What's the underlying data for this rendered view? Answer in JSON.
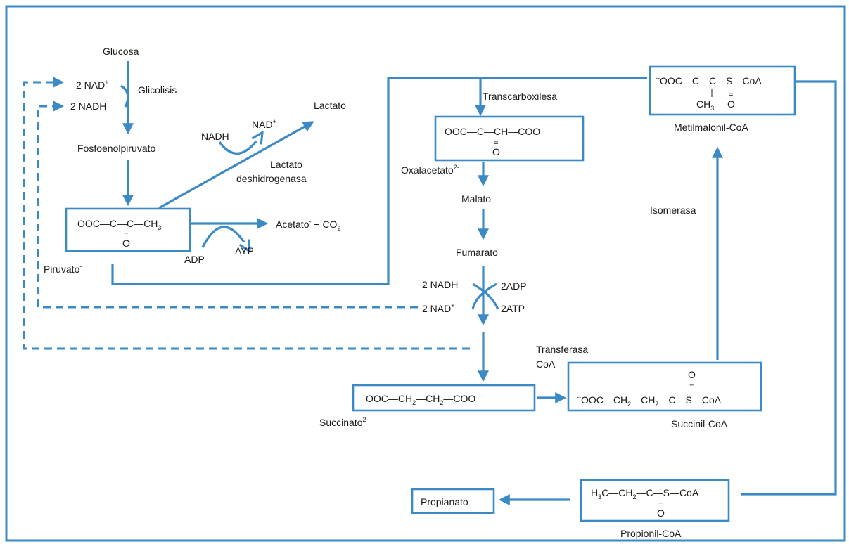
{
  "colors": {
    "accent": "#3b8ac6",
    "frame": "#3b8ac6",
    "text": "#1a1a1a"
  },
  "labels": {
    "glucosa": "Glucosa",
    "nad_top": "2 NAD",
    "nad_top_sup": "+",
    "nadh_top": "2 NADH",
    "glicolisis": "Glicolisis",
    "fosfoenolpiruvato": "Fosfoenolpiruvato",
    "lactato": "Lactato",
    "nadh_ldh": "NADH",
    "nad_ldh": "NAD",
    "nad_ldh_sup": "+",
    "ldh_1": "Lactato",
    "ldh_2": "deshidrogenasa",
    "piruvato": "Piruvato",
    "piruvato_sup": "-",
    "acetato": "Acetato",
    "acetato_sup": "-",
    "acetato_rest": " + CO",
    "acetato_sub": "2",
    "adp": "ADP",
    "ayp": "AYP",
    "transcarboxilesa": "Transcarboxilesa",
    "oxalacetato": "Oxalacetato",
    "oxalacetato_sup": "2-",
    "malato": "Malato",
    "fumarato": "Fumarato",
    "nadh_fum": "2 NADH",
    "nad_fum": "2 NAD",
    "nad_fum_sup": "+",
    "adp_fum": "2ADP",
    "atp_fum": "2ATP",
    "transferasa_1": "Transferasa",
    "transferasa_2": "CoA",
    "isomerasa": "Isomerasa",
    "succinato": "Succinato",
    "succinato_sup": "2-",
    "succinil": "Succinil-CoA",
    "metilmalonil": "Metilmalonil-CoA",
    "propionil": "Propionil-CoA",
    "propianato": "Propianato"
  },
  "formulas": {
    "piruvato": {
      "pre": "OOC",
      "pre_sup": "-",
      "mid": "—C—C—CH",
      "sub": "3",
      "o": "O",
      "dbl": "="
    },
    "oxalacetato": {
      "pre": "OOC",
      "pre_sup": "-",
      "mid": "—C—CH—COO",
      "post_sup": "-",
      "o": "O",
      "dbl": "="
    },
    "metilmalonil": {
      "pre": "OOC",
      "pre_sup": "-",
      "mid": "—C—C—S—CoA",
      "ch": "CH",
      "ch_sub": "3",
      "o": "O",
      "dbl": "="
    },
    "succinato": {
      "pre": "OOC",
      "pre_sup": "-",
      "a": "—CH",
      "a_sub": "2",
      "b": "—CH",
      "b_sub": "2",
      "c": "—COO",
      "post_sup": "-"
    },
    "succinil": {
      "pre": "OOC",
      "pre_sup": "-",
      "a": "—CH",
      "a_sub": "2",
      "b": "—CH",
      "b_sub": "2",
      "c": "—C—S—CoA",
      "o": "O",
      "dbl": "="
    },
    "propionil": {
      "h": "H",
      "h_sub": "3",
      "a": "C—CH",
      "a_sub": "2",
      "b": "—C—S—CoA",
      "o": "O",
      "dbl": "="
    }
  }
}
